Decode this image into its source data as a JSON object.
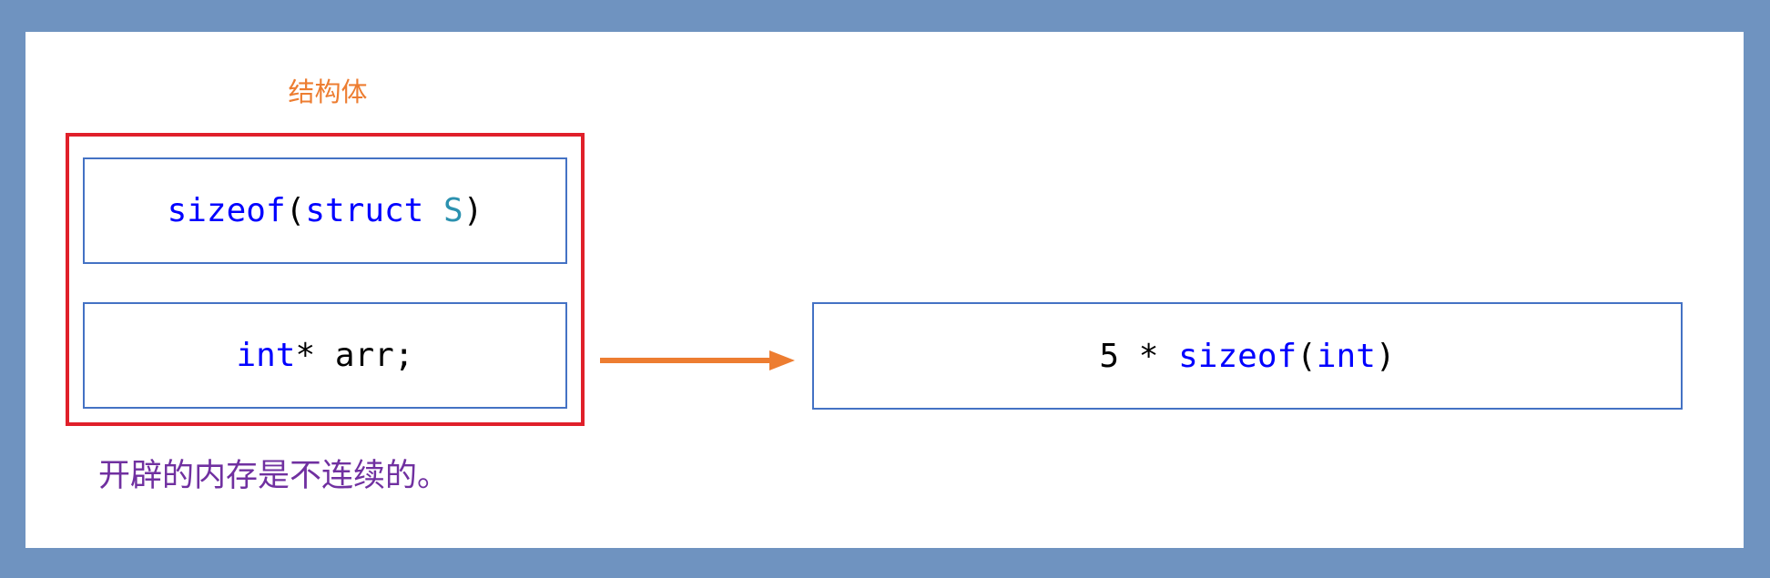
{
  "struct_label": "结构体",
  "boxes": {
    "sizeof_struct": {
      "kw_sizeof": "sizeof",
      "paren_open": "(",
      "kw_struct": "struct",
      "space": " ",
      "type_name": "S",
      "paren_close": ")"
    },
    "pointer_member": {
      "kw_int": "int",
      "rest": "* arr;"
    },
    "allocation": {
      "prefix": "5 * ",
      "kw_sizeof": "sizeof",
      "paren_open": "(",
      "kw_int": "int",
      "paren_close": ")"
    }
  },
  "note": "开辟的内存是不连续的。",
  "colors": {
    "background_border": "#6f93c0",
    "struct_frame": "#e0202a",
    "box_border": "#4472c4",
    "struct_label": "#ed7d31",
    "arrow": "#ed7d31",
    "keyword": "#0000ff",
    "type_name": "#2b91af",
    "note": "#7030a0"
  }
}
